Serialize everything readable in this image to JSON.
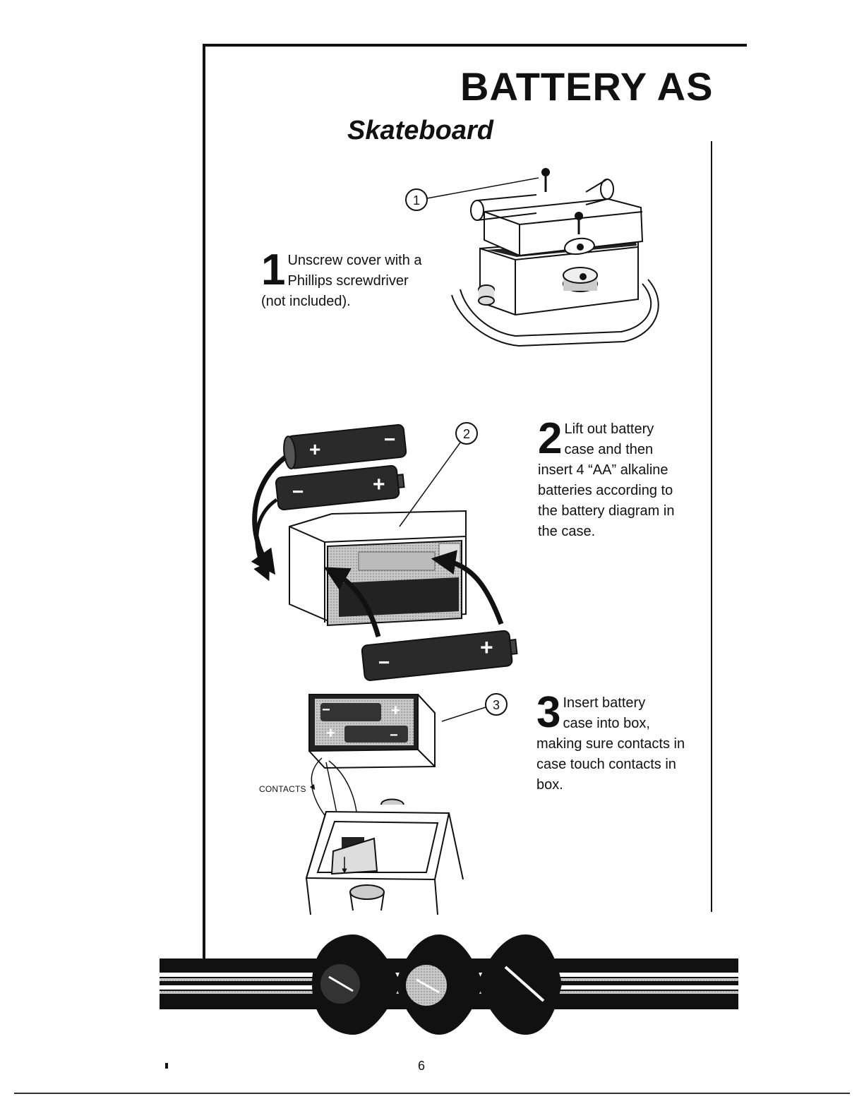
{
  "page": {
    "title": "BATTERY AS",
    "subtitle": "Skateboard",
    "page_number": "6"
  },
  "steps": [
    {
      "number": "1",
      "first_line": "Unscrew cover with a",
      "second_line": "Phillips screwdriver",
      "rest": "(not included)."
    },
    {
      "number": "2",
      "first_line": "Lift out battery",
      "second_line": "case and then",
      "rest": "insert 4 “AA” alkaline batteries according to the battery diagram in the case."
    },
    {
      "number": "3",
      "first_line": "Insert battery",
      "second_line": "case into box,",
      "rest": "making sure contacts in case touch contacts in box."
    }
  ],
  "callouts": {
    "one": "1",
    "two": "2",
    "three": "3",
    "contacts": "CONTACTS"
  },
  "battery_signs": {
    "plus": "+",
    "minus": "−"
  },
  "icons": {
    "step1": "screw-cover-illustration",
    "step2": "battery-case-illustration",
    "step3": "case-into-box-illustration",
    "banner": "decorative-banner"
  }
}
